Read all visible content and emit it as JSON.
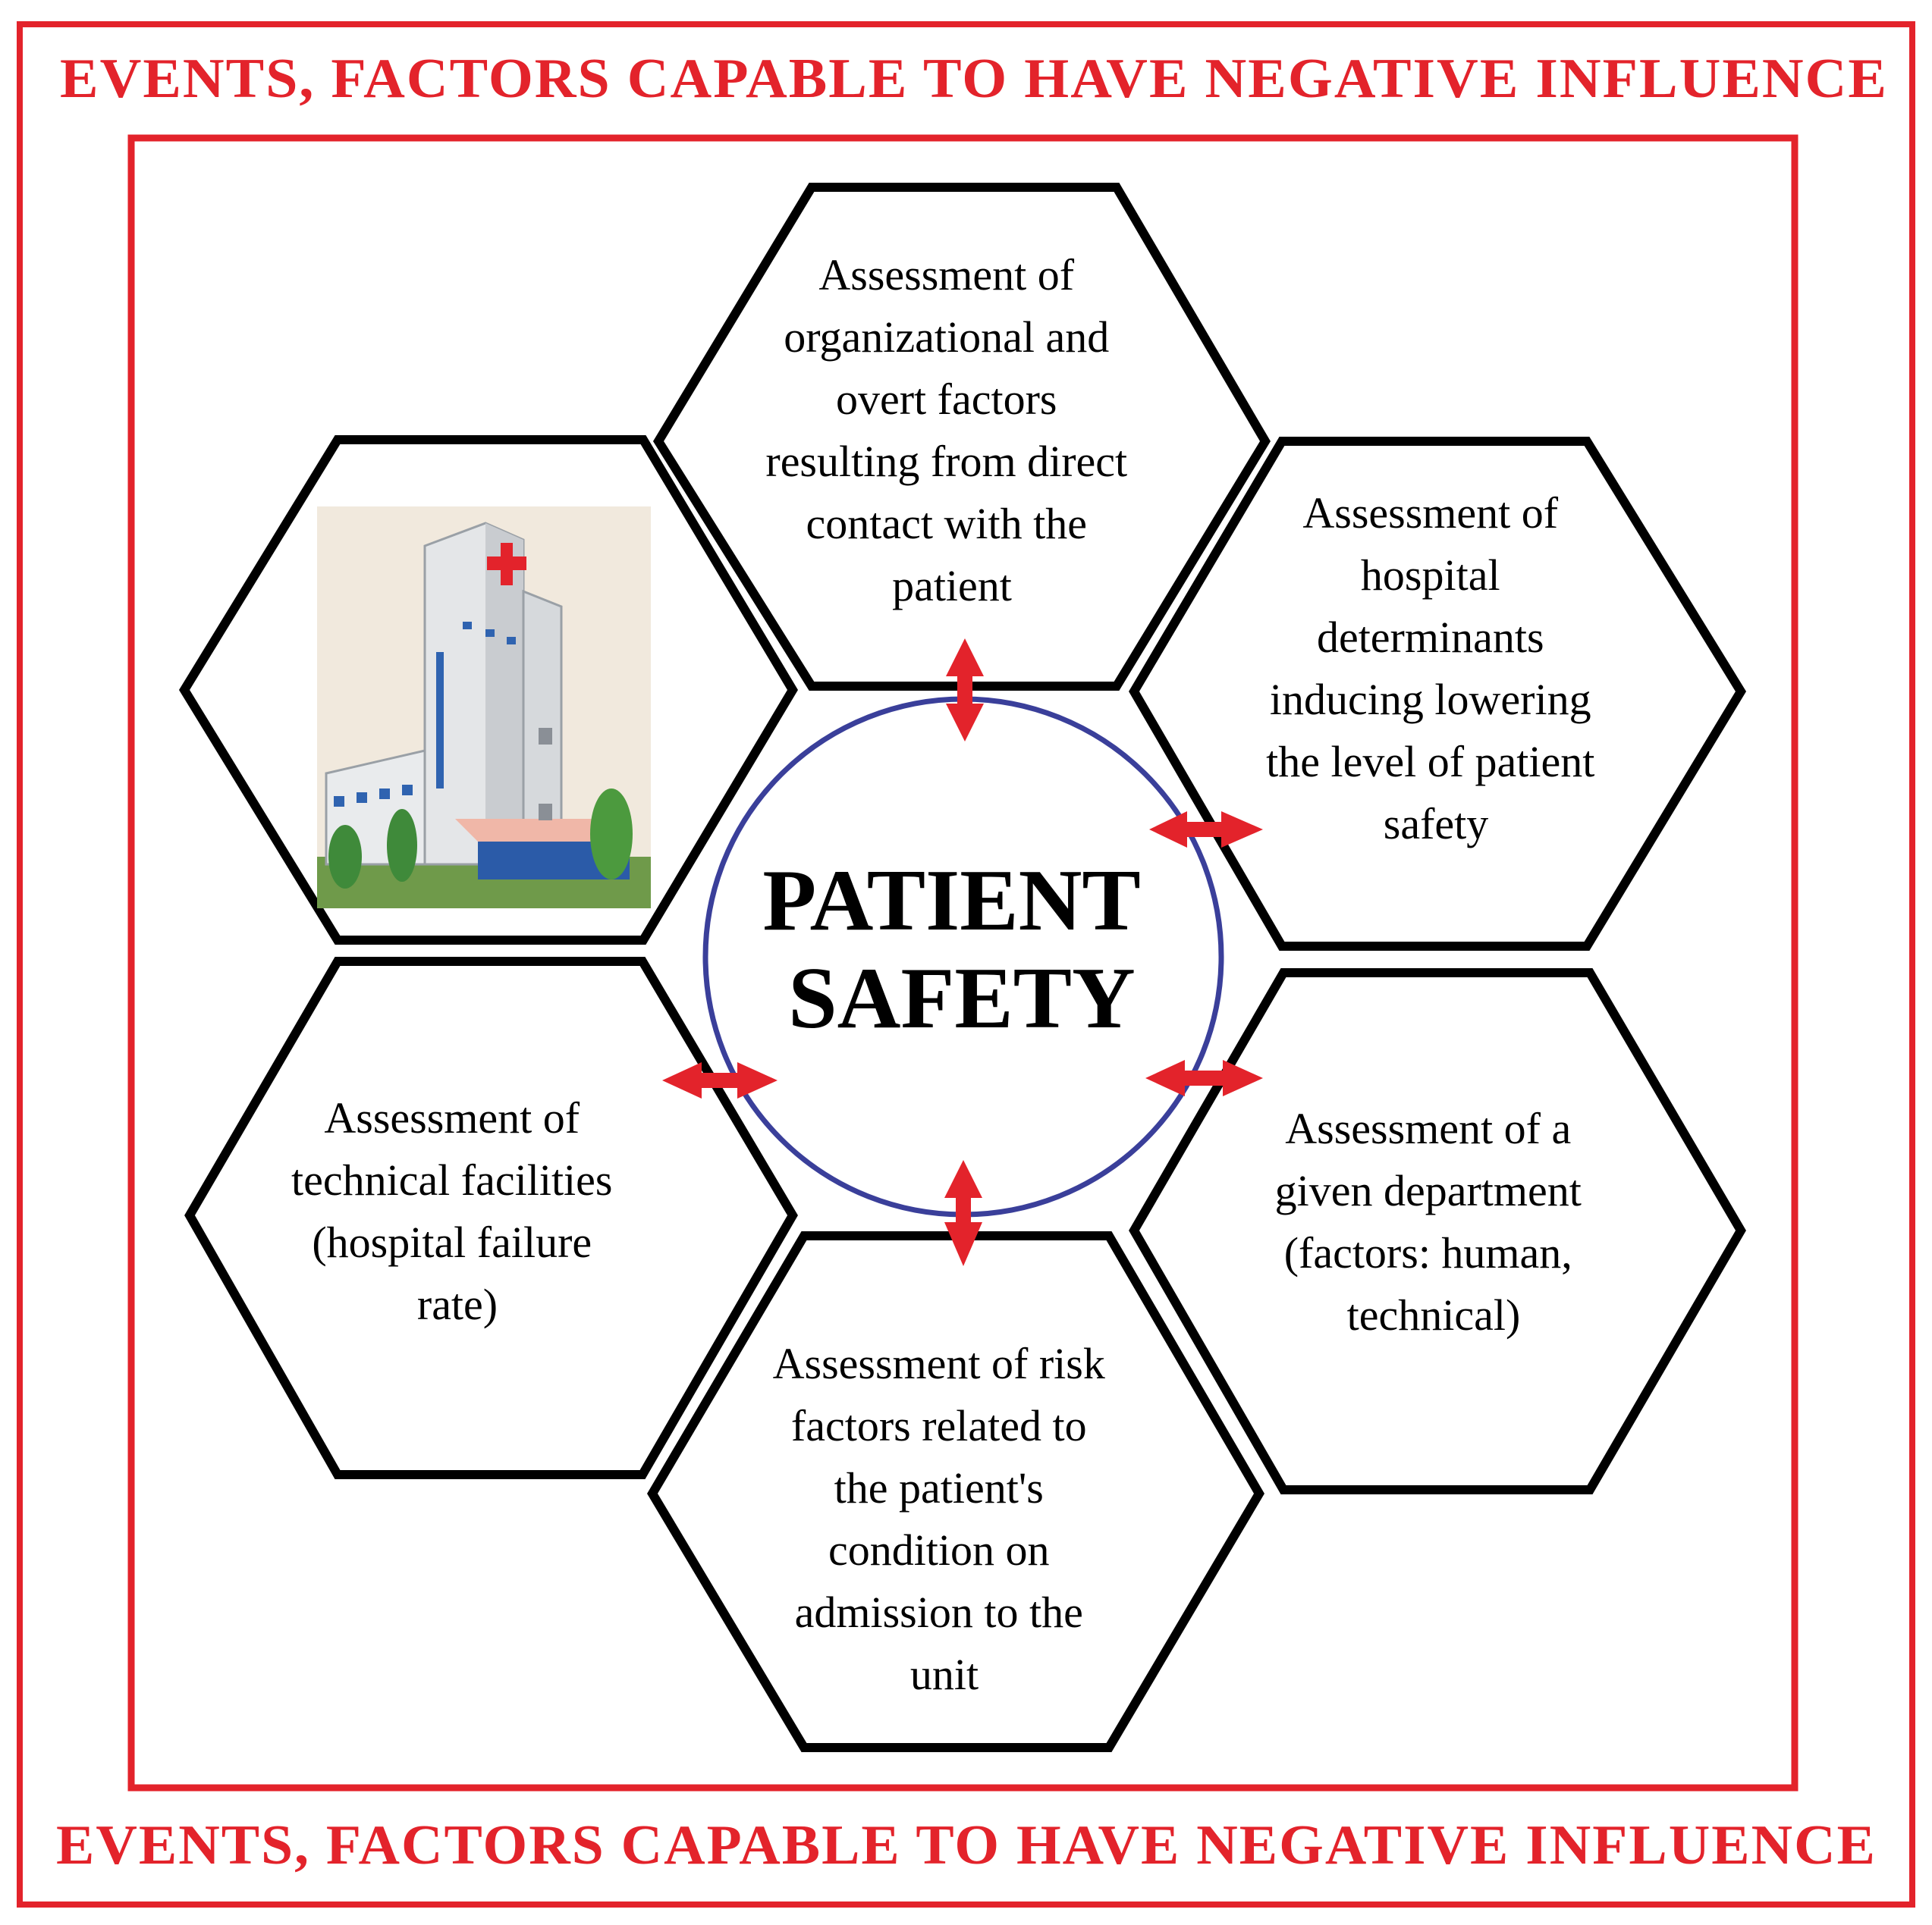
{
  "banners": {
    "top": "EVENTS, FACTORS CAPABLE TO HAVE NEGATIVE INFLUENCE",
    "bottom": "EVENTS, FACTORS CAPABLE TO HAVE NEGATIVE INFLUENCE"
  },
  "center": {
    "lines": [
      "PATIENT",
      "SAFETY"
    ]
  },
  "hexagons": {
    "top": {
      "lines": [
        "Assessment of",
        "organizational and",
        "overt factors",
        "resulting from direct",
        "contact with the",
        "patient"
      ]
    },
    "upper_right": {
      "lines": [
        "Assessment of",
        "hospital",
        "determinants",
        "inducing lowering",
        "the level of patient",
        "safety"
      ]
    },
    "lower_right": {
      "lines": [
        "Assessment of a",
        "given department",
        "(factors: human,",
        "technical)"
      ]
    },
    "bottom": {
      "lines": [
        "Assessment of risk",
        "factors related to",
        "the patient's",
        "condition on",
        "admission to the",
        "unit"
      ]
    },
    "lower_left": {
      "lines": [
        "Assessment of",
        "technical facilities",
        "(hospital failure",
        "rate)"
      ]
    },
    "upper_left": {
      "image": "hospital-building-with-red-cross"
    }
  },
  "colors": {
    "frame": "#e3232b",
    "banner_text": "#e3232b",
    "circle": "#3a3f9a",
    "arrows": "#e3232b",
    "hex_stroke": "#000000"
  }
}
